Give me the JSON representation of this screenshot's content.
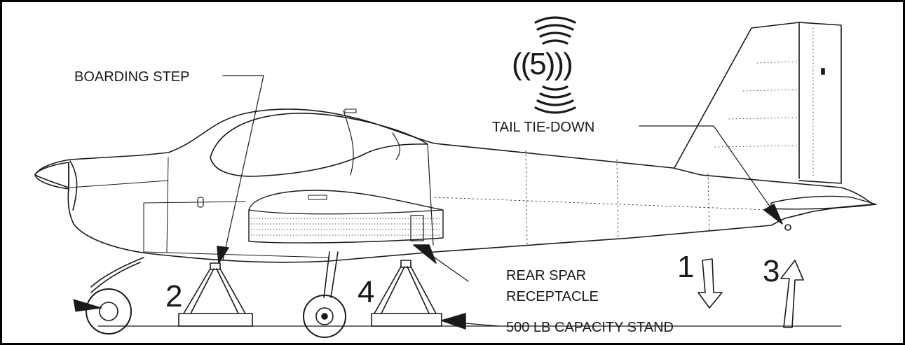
{
  "labels": {
    "boarding_step": "BOARDING STEP",
    "tail_tie_down": "TAIL TIE-DOWN",
    "rear_spar_line1": "REAR SPAR",
    "rear_spar_line2": "RECEPTACLE",
    "stand_capacity": "500 LB CAPACITY STAND"
  },
  "step_numbers": {
    "step_1": "1",
    "step_2": "2",
    "step_3": "3",
    "step_4": "4",
    "step_5": "((5)))"
  },
  "colors": {
    "ink": "#1a1a1a",
    "background": "#ffffff"
  }
}
